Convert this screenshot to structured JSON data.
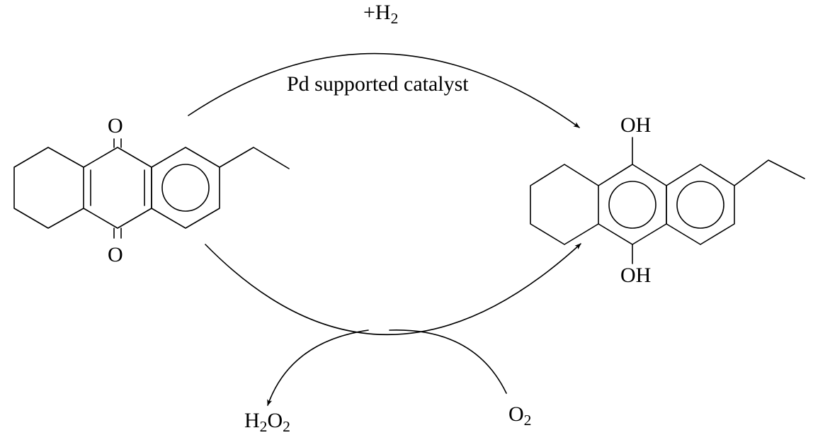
{
  "reagent_top": {
    "text": "+H",
    "sub": "2"
  },
  "catalyst": "Pd supported catalyst",
  "product_h2o2": {
    "a": "H",
    "s1": "2",
    "b": "O",
    "s2": "2"
  },
  "reagent_o2": {
    "a": "O",
    "s1": "2"
  },
  "quinone": {
    "atom_top": "O",
    "atom_bottom": "O"
  },
  "hydroquinone": {
    "atom_top": "OH",
    "atom_bottom": "OH"
  },
  "colors": {
    "ink": "#000000",
    "background": "#ffffff"
  }
}
